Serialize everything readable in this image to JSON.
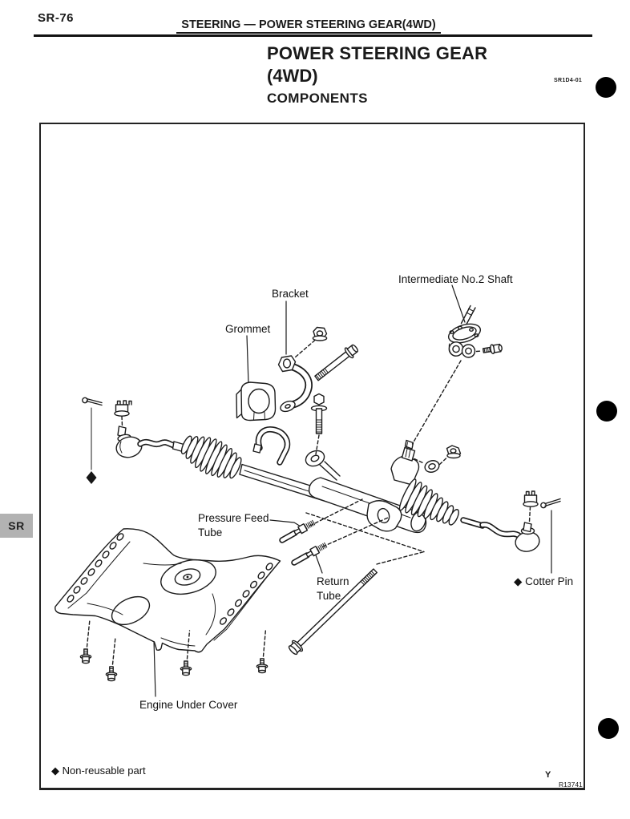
{
  "page": {
    "page_number": "SR-76",
    "running_header": "STEERING — POWER STEERING GEAR(4WD)",
    "side_tab": "SR",
    "title_line1": "POWER STEERING GEAR",
    "title_line2": "(4WD)",
    "section_heading": "COMPONENTS",
    "code": "SR1D4-01"
  },
  "figure": {
    "part_labels": {
      "bracket": "Bracket",
      "grommet": "Grommet",
      "intermediate_shaft": "Intermediate No.2 Shaft",
      "pressure_feed_tube_line1": "Pressure Feed",
      "pressure_feed_tube_line2": "Tube",
      "return_tube_line1": "Return",
      "return_tube_line2": "Tube",
      "cotter_pin": "◆ Cotter Pin",
      "engine_under_cover": "Engine Under Cover"
    },
    "legend": "◆ Non-reusable part",
    "figure_mark": "Y",
    "figure_ref": "R13741"
  },
  "colors": {
    "ink": "#1a1a1a",
    "paper": "#ffffff",
    "tab_bg": "#b2b2b2"
  }
}
